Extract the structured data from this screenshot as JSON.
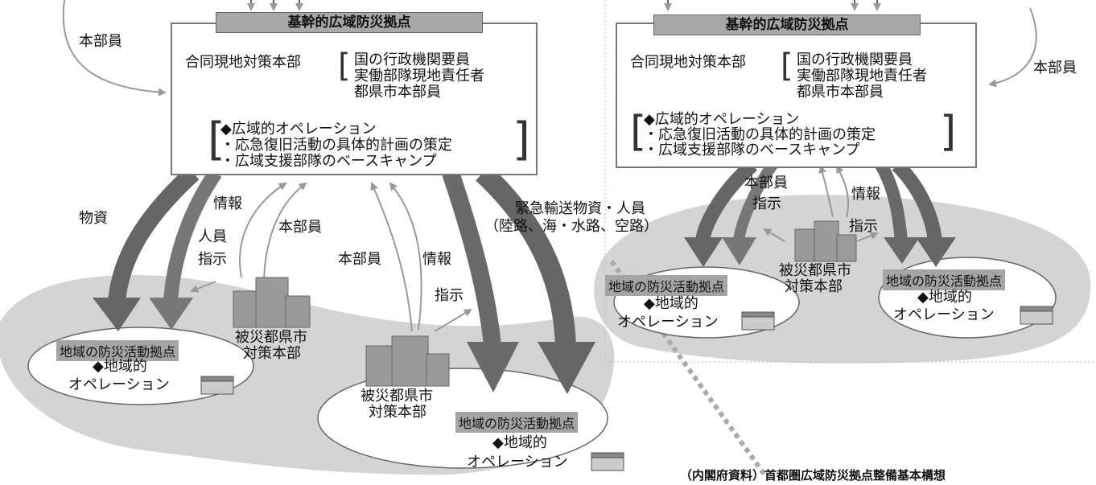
{
  "left": {
    "hq_title": "基幹的広域防災拠点",
    "hq_subtitle": "合同現地対策本部",
    "members": [
      "国の行政機関要員",
      "実働部隊現地責任者",
      "都県市本部員"
    ],
    "operations": [
      "◆広域的オペレーション",
      "・応急復旧活動の具体的計画の策定",
      "・広域支援部隊のベースキャンプ"
    ],
    "hq_staff_label": "本部員",
    "labels": {
      "goods": "物資",
      "info_1": "情報",
      "staff": "人員",
      "instruction_1": "指示",
      "hq_staff_2": "本部員",
      "hq_staff_3": "本部員",
      "info_2": "情報",
      "instruction_2": "指示",
      "emergency_1": "緊急輸送物資・人員",
      "emergency_2": "（陸路、海・水路、空路）"
    },
    "disaster_hq_1": [
      "被災都県市",
      "対策本部"
    ],
    "disaster_hq_2": [
      "被災都県市",
      "対策本部"
    ],
    "base_1": {
      "tag": "地域の防災活動拠点",
      "line1": "◆地域的",
      "line2": "オペレーション"
    },
    "base_2": {
      "tag": "地域の防災活動拠点",
      "line1": "◆地域的",
      "line2": "オペレーション"
    }
  },
  "right": {
    "hq_title": "基幹的広域防災拠点",
    "hq_subtitle": "合同現地対策本部",
    "members": [
      "国の行政機関要員",
      "実働部隊現地責任者",
      "都県市本部員"
    ],
    "operations": [
      "◆広域的オペレーション",
      "・応急復旧活動の具体的計画の策定",
      "・広域支援部隊のベースキャンプ"
    ],
    "hq_staff_label": "本部員",
    "labels": {
      "hq_staff": "本部員",
      "instruction_1": "指示",
      "info": "情報",
      "instruction_2": "指示"
    },
    "disaster_hq": [
      "被災都県市",
      "対策本部"
    ],
    "base_1": {
      "tag": "地域の防災活動拠点",
      "line1": "◆地域的",
      "line2": "オペレーション"
    },
    "base_2": {
      "tag": "地域の防災活動拠点",
      "line1": "◆地域的",
      "line2": "オペレーション"
    }
  },
  "source": "（内閣府資料）首都圏広域防災拠点整備基本構想"
}
